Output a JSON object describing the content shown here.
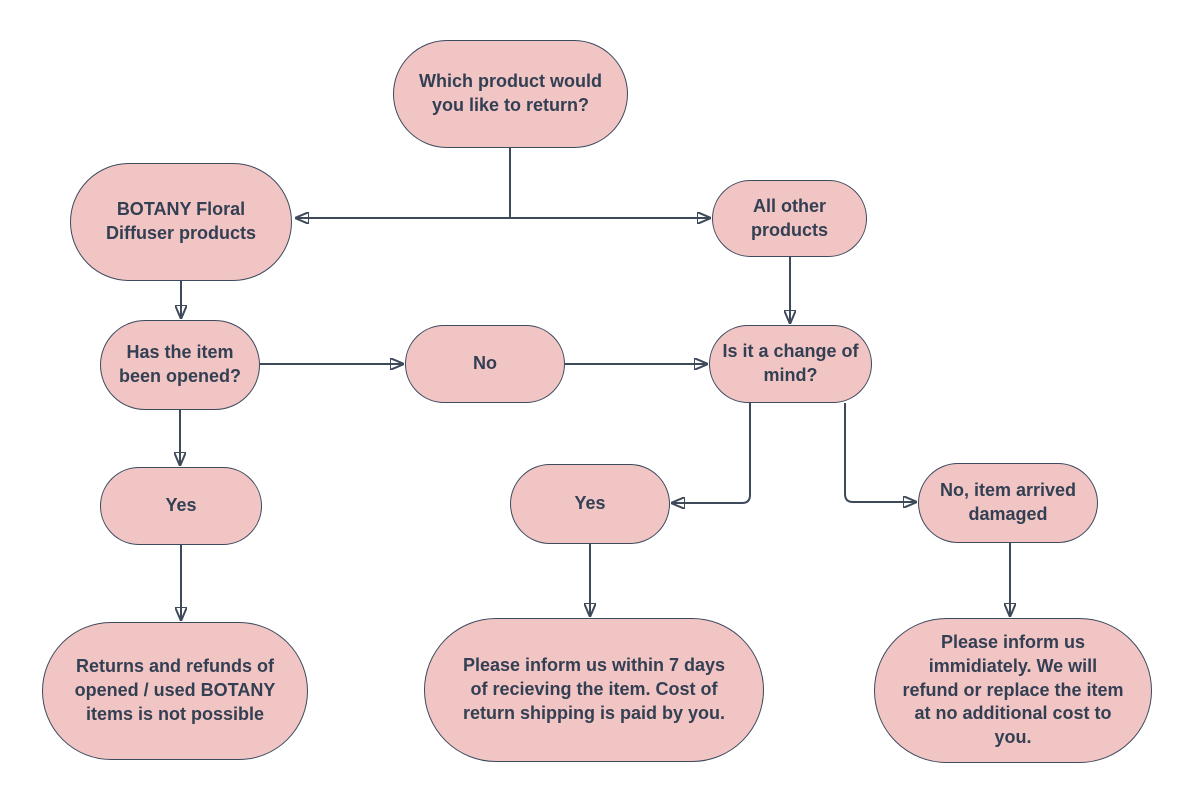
{
  "diagram": {
    "type": "flowchart",
    "topic": "Product return decision flow",
    "colors": {
      "node_fill": "#f2c5c5",
      "node_border": "#3c4a5e",
      "text": "#333f52",
      "connector": "#3e4a5a",
      "background": "#ffffff"
    },
    "nodes": [
      {
        "id": "start",
        "label": "Which product would you like to return?"
      },
      {
        "id": "botany",
        "label": "BOTANY Floral Diffuser products"
      },
      {
        "id": "all_other",
        "label": "All other products"
      },
      {
        "id": "opened",
        "label": "Has the item been opened?"
      },
      {
        "id": "no",
        "label": "No"
      },
      {
        "id": "change_of_mind",
        "label": "Is it a change of mind?"
      },
      {
        "id": "yes_opened",
        "label": "Yes"
      },
      {
        "id": "yes_change",
        "label": "Yes"
      },
      {
        "id": "no_damaged",
        "label": "No, item arrived damaged"
      },
      {
        "id": "returns_not_possible",
        "label": "Returns and refunds of opened / used BOTANY items is not possible"
      },
      {
        "id": "inform_7_days",
        "label": "Please inform us within 7 days of recieving the item. Cost of return shipping is paid by you."
      },
      {
        "id": "inform_immediately",
        "label": "Please inform us immidiately. We will refund or replace the item at no additional cost to you."
      }
    ],
    "edges": [
      {
        "from": "start",
        "to": "botany"
      },
      {
        "from": "start",
        "to": "all_other"
      },
      {
        "from": "botany",
        "to": "opened"
      },
      {
        "from": "opened",
        "to": "no"
      },
      {
        "from": "no",
        "to": "change_of_mind"
      },
      {
        "from": "all_other",
        "to": "change_of_mind"
      },
      {
        "from": "opened",
        "to": "yes_opened"
      },
      {
        "from": "yes_opened",
        "to": "returns_not_possible"
      },
      {
        "from": "change_of_mind",
        "to": "yes_change"
      },
      {
        "from": "change_of_mind",
        "to": "no_damaged"
      },
      {
        "from": "yes_change",
        "to": "inform_7_days"
      },
      {
        "from": "no_damaged",
        "to": "inform_immediately"
      }
    ]
  }
}
